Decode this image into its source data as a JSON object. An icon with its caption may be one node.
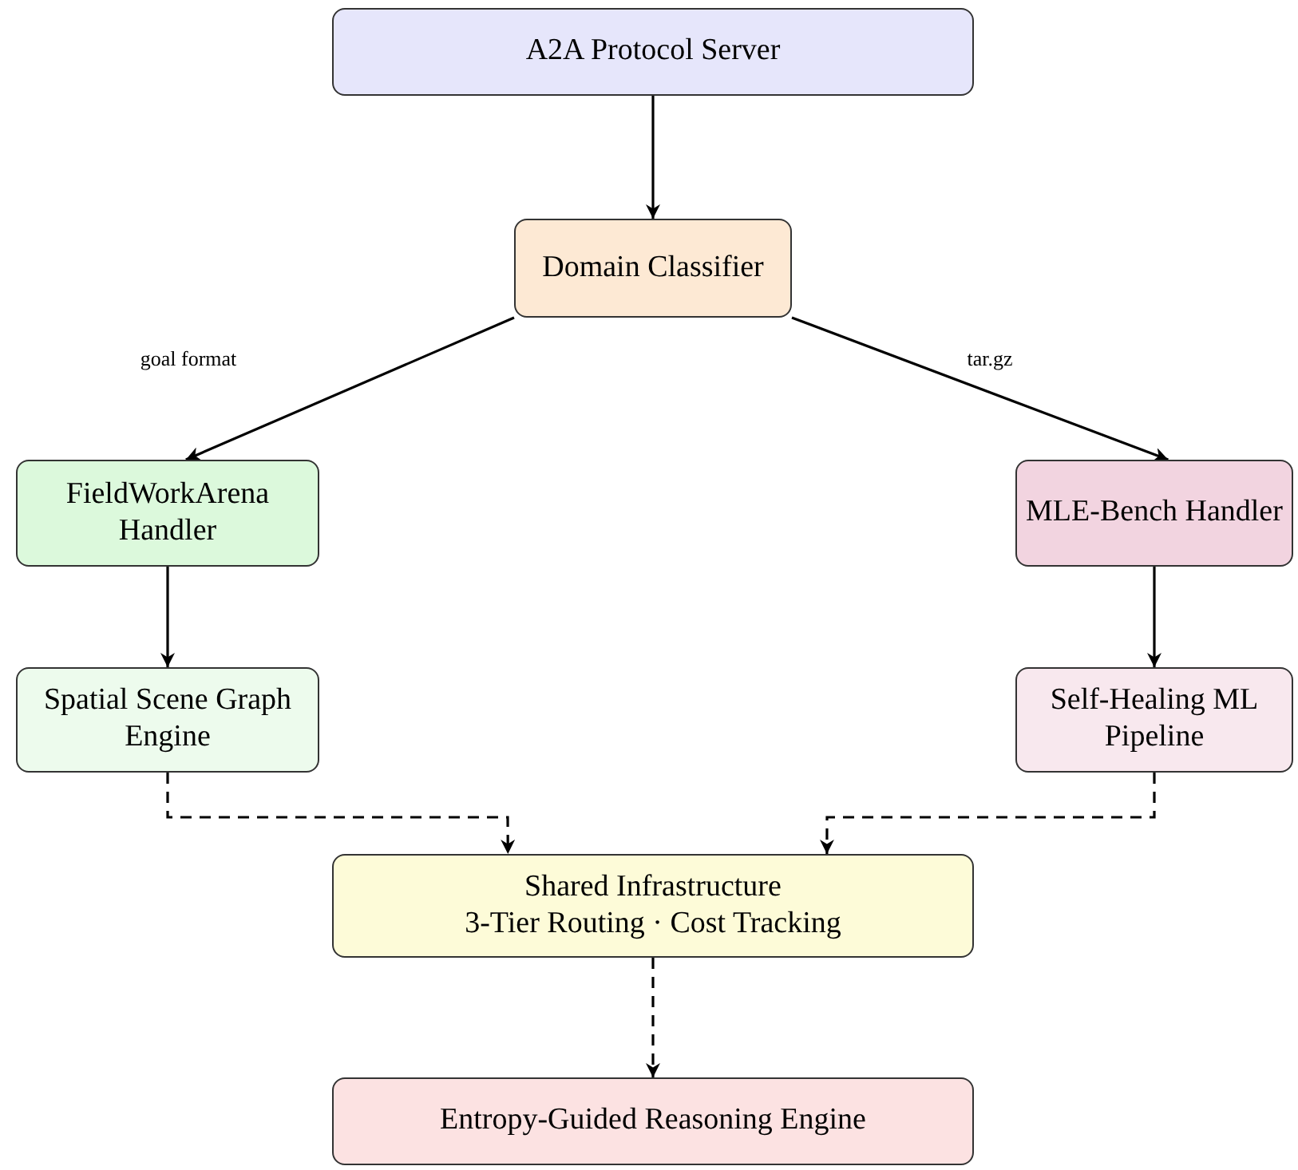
{
  "diagram": {
    "nodes": [
      {
        "text": [
          "A2A Protocol Server"
        ]
      },
      {
        "text": [
          "Domain Classifier"
        ]
      },
      {
        "text": [
          "FieldWorkArena Handler"
        ]
      },
      {
        "text": [
          "MLE-Bench Handler"
        ]
      },
      {
        "text": [
          "Spatial Scene Graph Engine"
        ]
      },
      {
        "text": [
          "Self-Healing ML Pipeline"
        ]
      },
      {
        "text": [
          "Shared Infrastructure",
          "3-Tier Routing · Cost Tracking"
        ]
      },
      {
        "text": [
          "Entropy-Guided Reasoning Engine"
        ]
      }
    ],
    "edges": [
      {
        "from": 0,
        "to": 1,
        "arrow": "to"
      },
      {
        "from": 1,
        "to": 2,
        "arrow": "to",
        "label": "goal format"
      },
      {
        "from": 1,
        "to": 3,
        "arrow": "to",
        "label": "tar.gz"
      },
      {
        "from": 2,
        "to": 4,
        "arrow": "to"
      },
      {
        "from": 3,
        "to": 5,
        "arrow": "to"
      },
      {
        "from": 4,
        "to": 6,
        "arrow": "to",
        "style": "dashed"
      },
      {
        "from": 5,
        "to": 6,
        "arrow": "to",
        "style": "dashed"
      },
      {
        "from": 6,
        "to": 7,
        "arrow": "to",
        "style": "dashed"
      }
    ]
  }
}
